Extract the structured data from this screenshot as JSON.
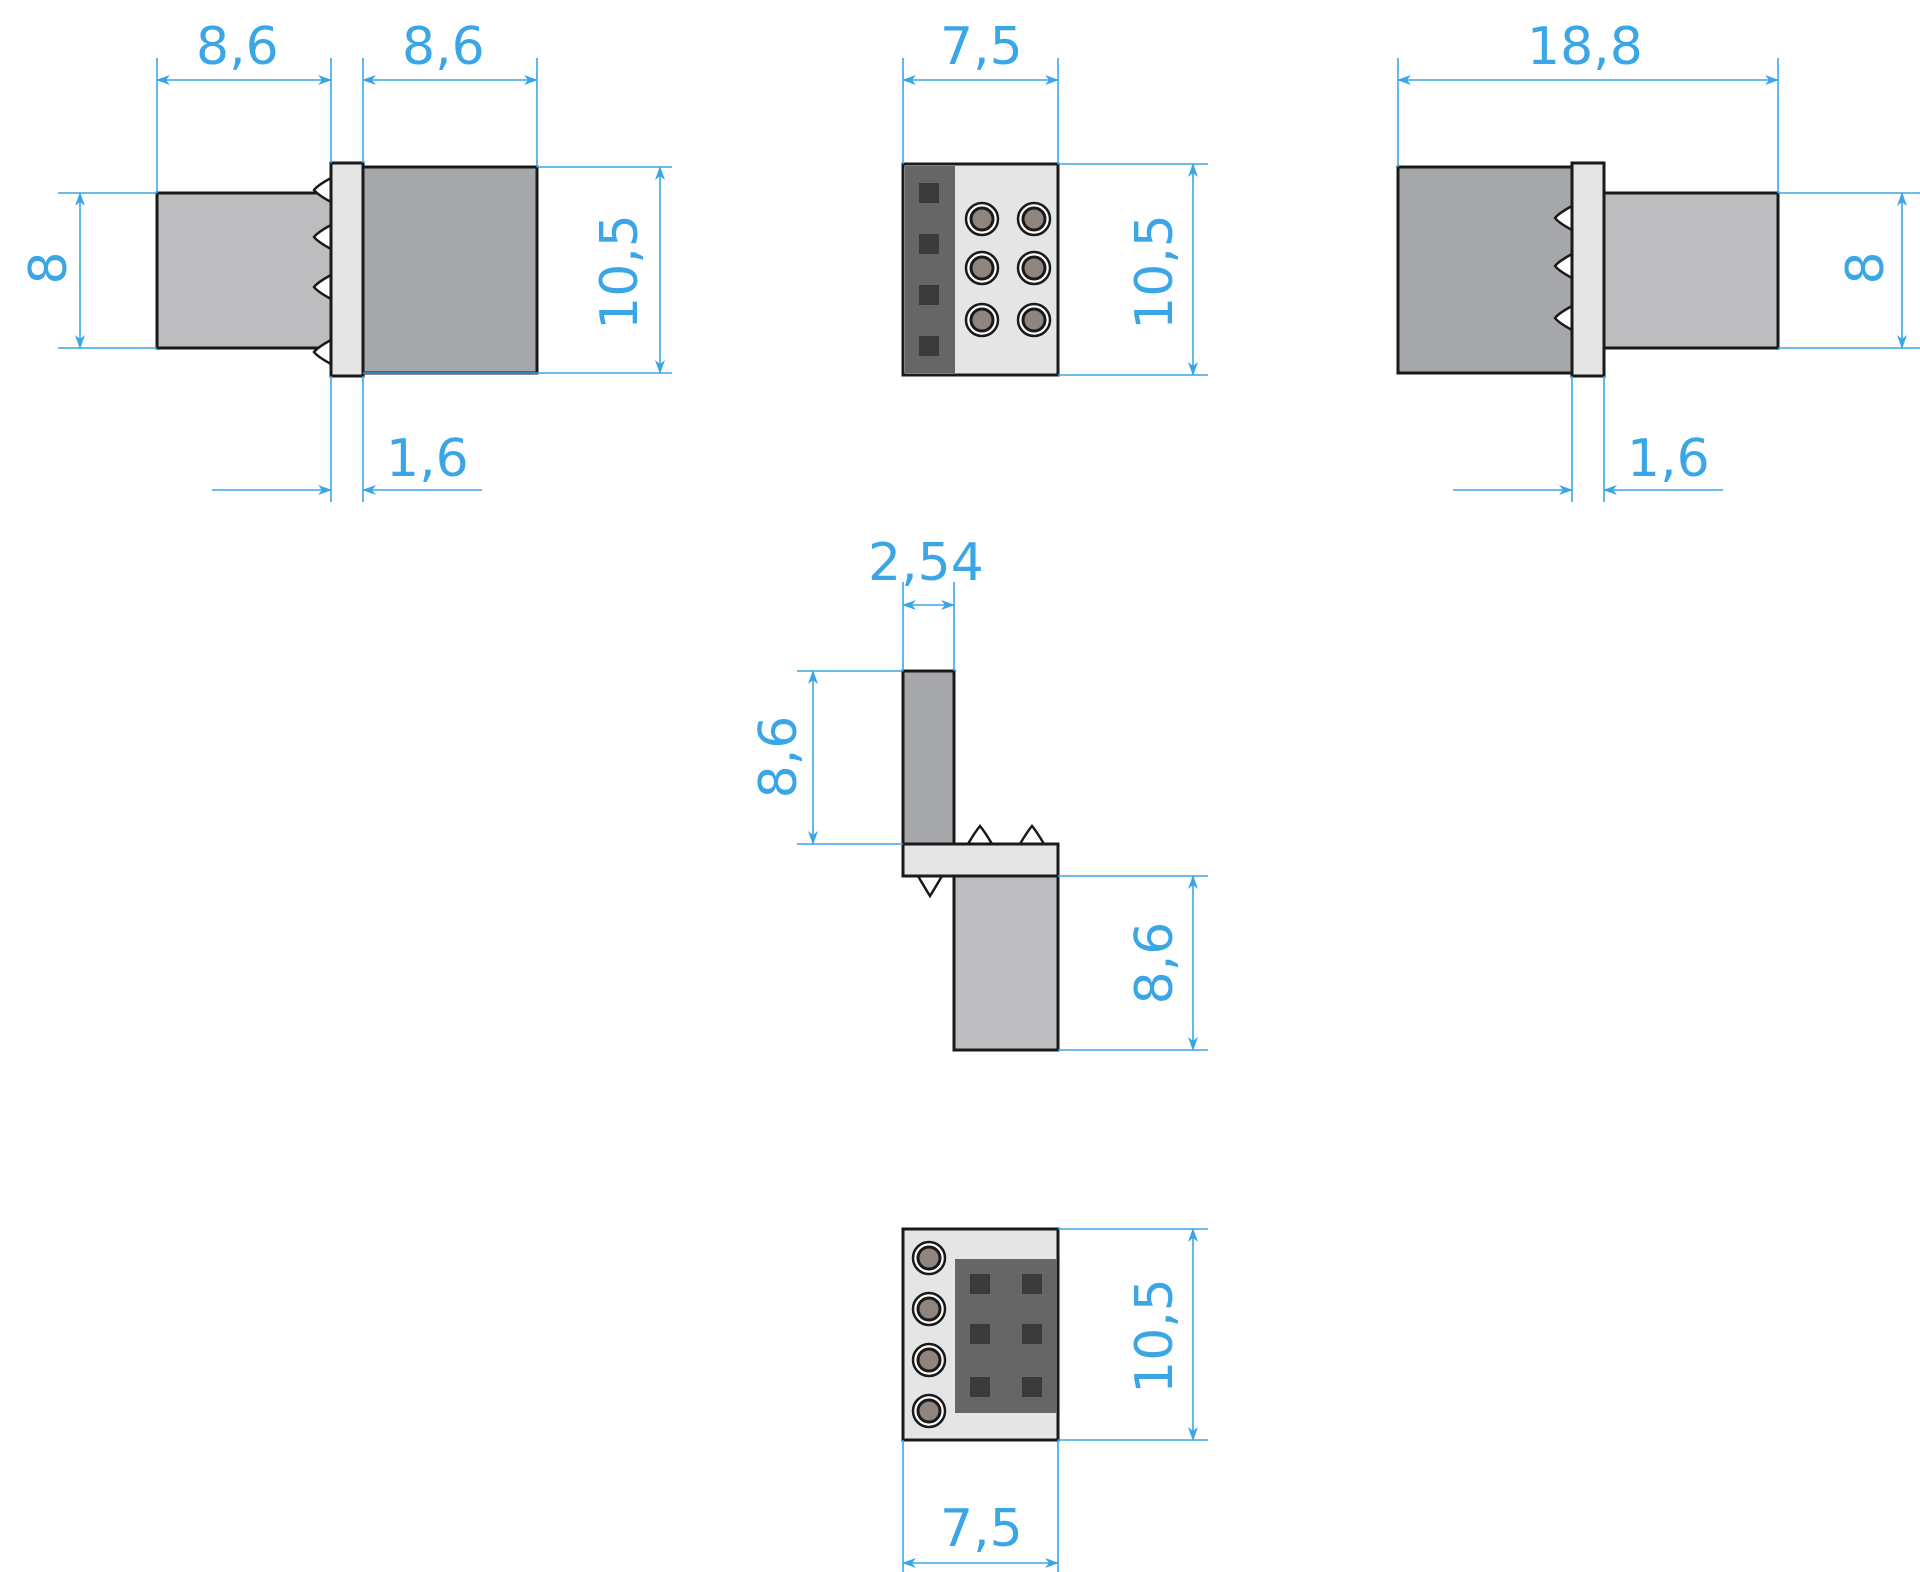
{
  "colors": {
    "dimension": "#3aa6e6",
    "part_dark": "#a6a7aa",
    "part_light": "#bdbdbf",
    "board": "#e5e5e6",
    "header_dark": "#666666",
    "pin_hole": "#8f857e",
    "outline": "#1a1a1a"
  },
  "views": {
    "left_side": {
      "width_left": "8,6",
      "width_right": "8,6",
      "height_left": "8",
      "height_right": "10,5",
      "board_thickness": "1,6"
    },
    "front_top": {
      "width": "7,5",
      "height": "10,5"
    },
    "right_side": {
      "width_total": "18,8",
      "height_right": "8",
      "board_thickness": "1,6"
    },
    "middle_side": {
      "pitch": "2,54",
      "height_upper": "8,6",
      "height_lower": "8,6"
    },
    "front_bottom": {
      "height": "10,5",
      "width": "7,5"
    }
  }
}
